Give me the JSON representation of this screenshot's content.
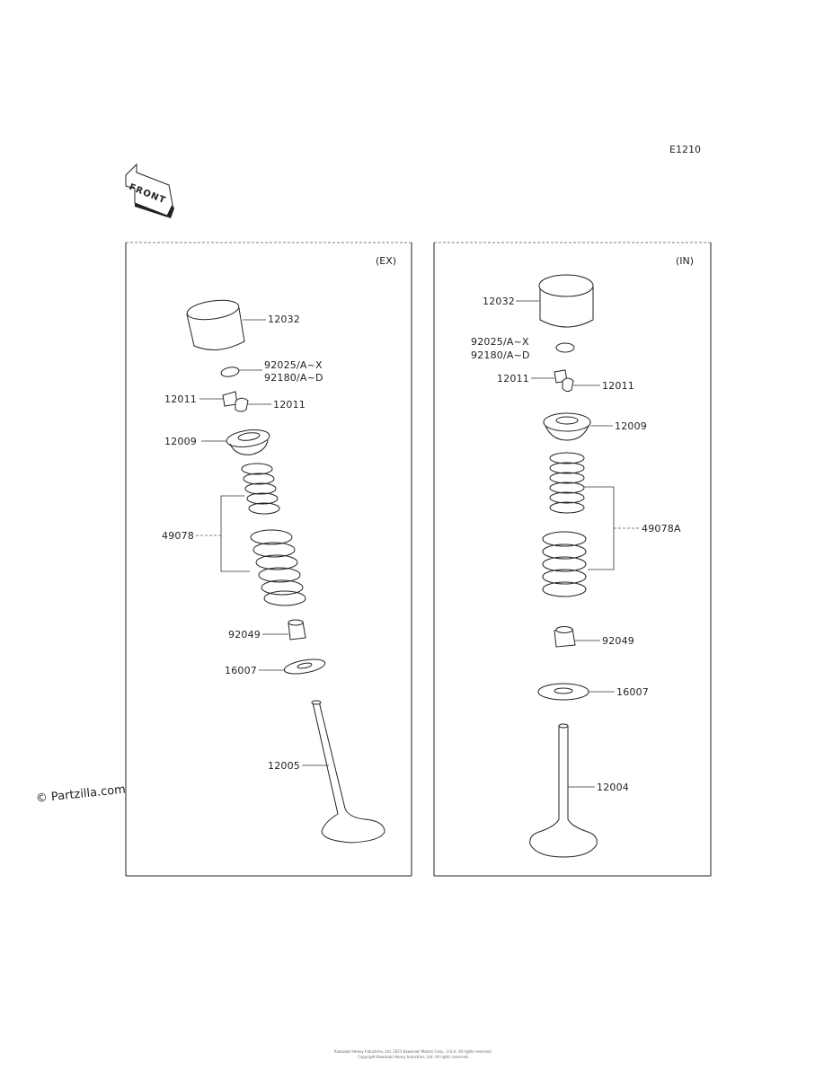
{
  "diagram_code": "E1210",
  "front_label": "FRONT",
  "watermark": "© Partzilla.com",
  "footer": {
    "line1": "Kawasaki Heavy Industries, Ltd. 2023 Kawasaki Motors Corp., U.S.A. All rights reserved.",
    "line2": "Copyright Kawasaki Heavy Industries, Ltd. All rights reserved."
  },
  "ex_panel": {
    "tag": "(EX)",
    "labels": {
      "tappet": "12032",
      "shim_a": "92025/A~X",
      "shim_b": "92180/A~D",
      "cotter_left": "12011",
      "cotter_right": "12011",
      "retainer": "12009",
      "spring": "49078",
      "seal": "92049",
      "seat": "16007",
      "valve": "12005"
    }
  },
  "in_panel": {
    "tag": "(IN)",
    "labels": {
      "tappet": "12032",
      "shim_a": "92025/A~X",
      "shim_b": "92180/A~D",
      "cotter_left": "12011",
      "cotter_right": "12011",
      "retainer": "12009",
      "spring": "49078A",
      "seal": "92049",
      "seat": "16007",
      "valve": "12004"
    }
  }
}
